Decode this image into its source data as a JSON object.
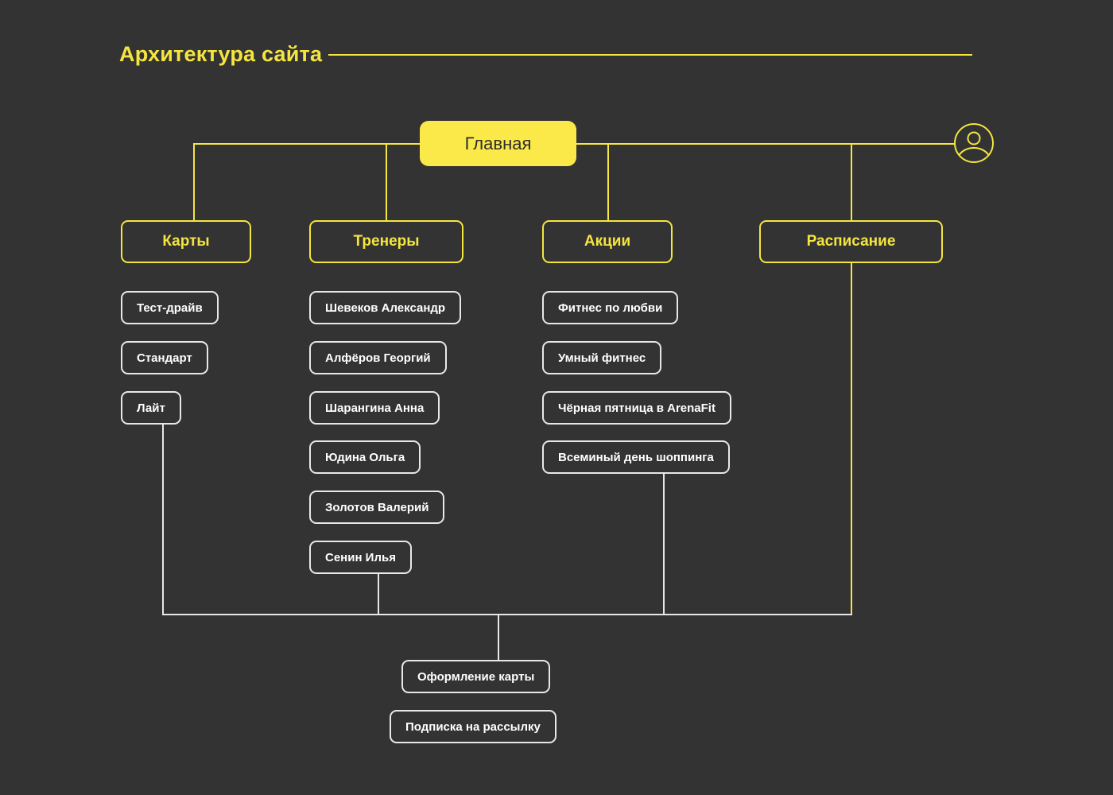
{
  "header": {
    "title": "Архитектура сайта",
    "accent_color": "#F5E53F",
    "background_color": "#333333",
    "leaf_border_color": "#E8E8E8"
  },
  "account_icon": {
    "name": "user-account-icon",
    "color": "#F5E53F"
  },
  "diagram": {
    "type": "sitemap-tree",
    "root": {
      "label": "Главная"
    },
    "sections": [
      {
        "label": "Карты"
      },
      {
        "label": "Тренеры"
      },
      {
        "label": "Акции"
      },
      {
        "label": "Расписание"
      }
    ],
    "cards": [
      {
        "label": "Тест-драйв"
      },
      {
        "label": "Стандарт"
      },
      {
        "label": "Лайт"
      }
    ],
    "trainers": [
      {
        "label": "Шевеков Александр"
      },
      {
        "label": "Алфёров Георгий"
      },
      {
        "label": "Шарангина Анна"
      },
      {
        "label": "Юдина Ольга"
      },
      {
        "label": "Золотов Валерий"
      },
      {
        "label": "Сенин Илья"
      }
    ],
    "promotions": [
      {
        "label": "Фитнес по любви"
      },
      {
        "label": "Умный фитнес"
      },
      {
        "label": "Чёрная пятница в ArenaFit"
      },
      {
        "label": "Всеминый день шоппинга"
      }
    ],
    "forms": [
      {
        "label": "Оформление карты"
      },
      {
        "label": "Подписка на рассылку"
      }
    ]
  }
}
